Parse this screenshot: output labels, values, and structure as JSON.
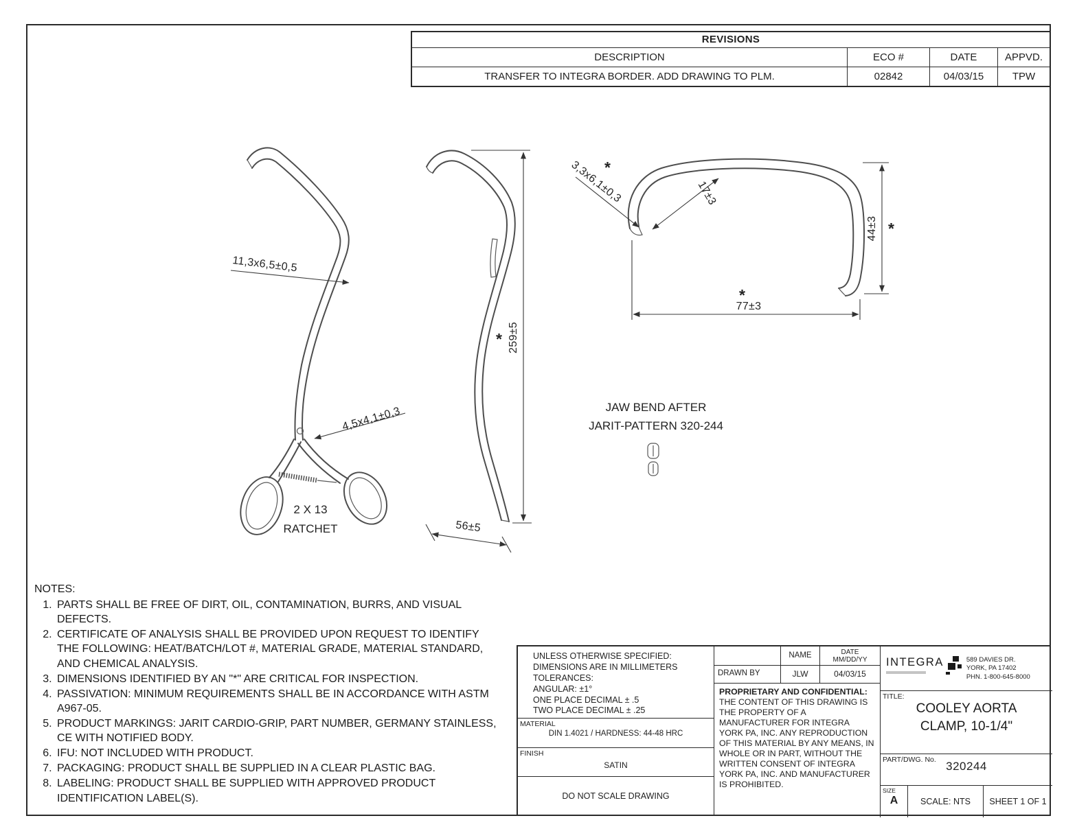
{
  "critical_marker": "*",
  "revisions": {
    "title": "REVISIONS",
    "headers": {
      "description": "DESCRIPTION",
      "eco": "ECO #",
      "date": "DATE",
      "appvd": "APPVD."
    },
    "rows": [
      {
        "description": "TRANSFER TO INTEGRA BORDER. ADD DRAWING TO PLM.",
        "eco": "02842",
        "date": "04/03/15",
        "appvd": "TPW"
      }
    ]
  },
  "views": {
    "front": {
      "dim_jaw": "11,3x6,5±0,5",
      "dim_shaft": "4,5x4,1±0,3",
      "ratchet_line1": "2 X 13",
      "ratchet_line2": "RATCHET"
    },
    "side": {
      "dim_length": "259±5",
      "dim_width": "56±5"
    },
    "jaw": {
      "dim_tip": "3,3x6,1±0,3",
      "dim_opening": "17±3",
      "dim_height": "44±3",
      "dim_depth": "77±3",
      "caption_line1": "JAW BEND AFTER",
      "caption_line2": "JARIT-PATTERN 320-244"
    }
  },
  "notes": {
    "title": "NOTES:",
    "items": [
      "PARTS SHALL BE FREE OF DIRT, OIL, CONTAMINATION, BURRS, AND VISUAL DEFECTS.",
      "CERTIFICATE OF ANALYSIS SHALL BE PROVIDED UPON REQUEST TO IDENTIFY THE FOLLOWING: HEAT/BATCH/LOT #, MATERIAL GRADE, MATERIAL STANDARD, AND CHEMICAL ANALYSIS.",
      "DIMENSIONS IDENTIFIED BY AN \"*\" ARE CRITICAL FOR INSPECTION.",
      "PASSIVATION: MINIMUM REQUIREMENTS SHALL BE IN ACCORDANCE WITH ASTM A967-05.",
      "PRODUCT MARKINGS: JARIT CARDIO-GRIP, PART NUMBER, GERMANY STAINLESS, CE WITH NOTIFIED BODY.",
      "IFU: NOT INCLUDED WITH PRODUCT.",
      "PACKAGING: PRODUCT SHALL BE SUPPLIED IN A CLEAR PLASTIC BAG.",
      "LABELING: PRODUCT SHALL BE SUPPLIED WITH APPROVED PRODUCT IDENTIFICATION LABEL(S)."
    ]
  },
  "title_block": {
    "tolerances": {
      "line1": "UNLESS OTHERWISE SPECIFIED:",
      "line2": "DIMENSIONS ARE IN MILLIMETERS",
      "line3": "TOLERANCES:",
      "line4": "ANGULAR: ±1°",
      "line5": "ONE PLACE DECIMAL ± .5",
      "line6": "TWO PLACE DECIMAL ± .25"
    },
    "material_label": "MATERIAL",
    "material_value": "DIN 1.4021 / HARDNESS: 44-48 HRC",
    "finish_label": "FINISH",
    "finish_value": "SATIN",
    "do_not_scale": "DO NOT SCALE DRAWING",
    "name_header": "NAME",
    "date_header_line1": "DATE",
    "date_header_line2": "MM/DD/YY",
    "drawn_by_label": "DRAWN BY",
    "drawn_by_name": "JLW",
    "drawn_by_date": "04/03/15",
    "proprietary_title": "PROPRIETARY AND CONFIDENTIAL:",
    "proprietary_text": "THE CONTENT OF THIS DRAWING IS THE PROPERTY OF A MANUFACTURER FOR INTEGRA YORK PA, INC. ANY REPRODUCTION OF THIS MATERIAL BY ANY MEANS, IN WHOLE OR IN PART, WITHOUT THE WRITTEN CONSENT OF INTEGRA YORK PA, INC. AND MANUFACTURER IS PROHIBITED.",
    "company_name": "INTEGRA",
    "address_line1": "589 DAVIES DR.",
    "address_line2": "YORK, PA 17402",
    "address_line3": "PHN. 1-800-645-8000",
    "title_label": "TITLE:",
    "title_line1": "COOLEY AORTA",
    "title_line2": "CLAMP, 10-1/4\"",
    "part_label": "PART/DWG. No.",
    "part_number": "320244",
    "size_label": "SIZE",
    "size_value": "A",
    "scale_text": "SCALE: NTS",
    "sheet_text": "SHEET 1 OF 1"
  }
}
